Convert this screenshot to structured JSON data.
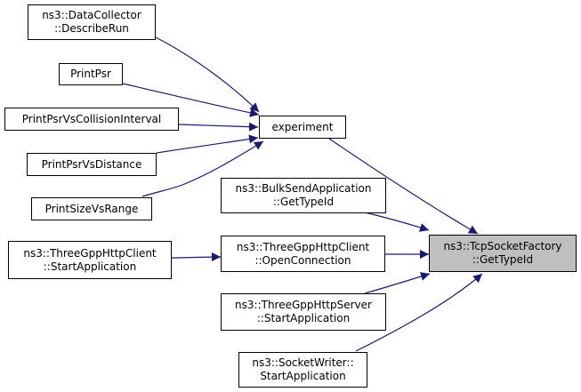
{
  "diagram": {
    "type": "call-graph",
    "focus_node": "tcp-getTypeId",
    "edge_color": "#191970",
    "focus_fill": "#bfbfbf",
    "nodes": {
      "dc-describeRun": {
        "line1": "ns3::DataCollector",
        "line2": "::DescribeRun"
      },
      "printPsr": {
        "line1": "PrintPsr",
        "line2": ""
      },
      "printPsrVsCI": {
        "line1": "PrintPsrVsCollisionInterval",
        "line2": ""
      },
      "printPsrVsDist": {
        "line1": "PrintPsrVsDistance",
        "line2": ""
      },
      "printSizeVsRange": {
        "line1": "PrintSizeVsRange",
        "line2": ""
      },
      "experiment": {
        "line1": "experiment",
        "line2": ""
      },
      "bulk-getTypeId": {
        "line1": "ns3::BulkSendApplication",
        "line2": "::GetTypeId"
      },
      "http-client-start": {
        "line1": "ns3::ThreeGppHttpClient",
        "line2": "::StartApplication"
      },
      "http-client-open": {
        "line1": "ns3::ThreeGppHttpClient",
        "line2": "::OpenConnection"
      },
      "http-server-start": {
        "line1": "ns3::ThreeGppHttpServer",
        "line2": "::StartApplication"
      },
      "socketwriter-start": {
        "line1": "ns3::SocketWriter::",
        "line2": "StartApplication"
      },
      "tcp-getTypeId": {
        "line1": "ns3::TcpSocketFactory",
        "line2": "::GetTypeId"
      }
    },
    "edges": [
      {
        "from": "dc-describeRun",
        "to": "experiment"
      },
      {
        "from": "printPsr",
        "to": "experiment"
      },
      {
        "from": "printPsrVsCI",
        "to": "experiment"
      },
      {
        "from": "printPsrVsDist",
        "to": "experiment"
      },
      {
        "from": "printSizeVsRange",
        "to": "experiment"
      },
      {
        "from": "experiment",
        "to": "tcp-getTypeId"
      },
      {
        "from": "bulk-getTypeId",
        "to": "tcp-getTypeId"
      },
      {
        "from": "http-client-start",
        "to": "http-client-open"
      },
      {
        "from": "http-client-open",
        "to": "tcp-getTypeId"
      },
      {
        "from": "http-server-start",
        "to": "tcp-getTypeId"
      },
      {
        "from": "socketwriter-start",
        "to": "tcp-getTypeId"
      }
    ]
  }
}
